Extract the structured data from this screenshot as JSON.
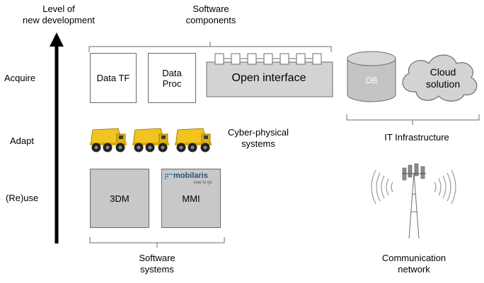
{
  "axis": {
    "title_line1": "Level of",
    "title_line2": "new development",
    "levels": [
      "Acquire",
      "Adapt",
      "(Re)use"
    ]
  },
  "software_components": {
    "label_line1": "Software",
    "label_line2": "components",
    "data_tf": "Data TF",
    "data_proc_line1": "Data",
    "data_proc_line2": "Proc",
    "open_interface": "Open interface"
  },
  "cyber_physical": {
    "label_line1": "Cyber-physical",
    "label_line2": "systems"
  },
  "software_systems": {
    "label_line1": "Software",
    "label_line2": "systems",
    "box_3dm": "3DM",
    "box_mmi": "MMI",
    "logo_text": "mobilaris",
    "logo_tagline": "way to go"
  },
  "it_infrastructure": {
    "db": "DB",
    "cloud_line1": "Cloud",
    "cloud_line2": "solution",
    "label": "IT Infrastructure"
  },
  "communication": {
    "label_line1": "Communication",
    "label_line2": "network"
  },
  "colors": {
    "gray_fill": "#c8c8c8",
    "outline": "#6b6b6b",
    "truck_yellow": "#f2c41f",
    "logo_blue": "#2f89c5"
  },
  "icons": [
    "upward-arrow-icon",
    "dump-truck-icon",
    "cell-tower-icon",
    "database-icon",
    "cloud-icon"
  ]
}
